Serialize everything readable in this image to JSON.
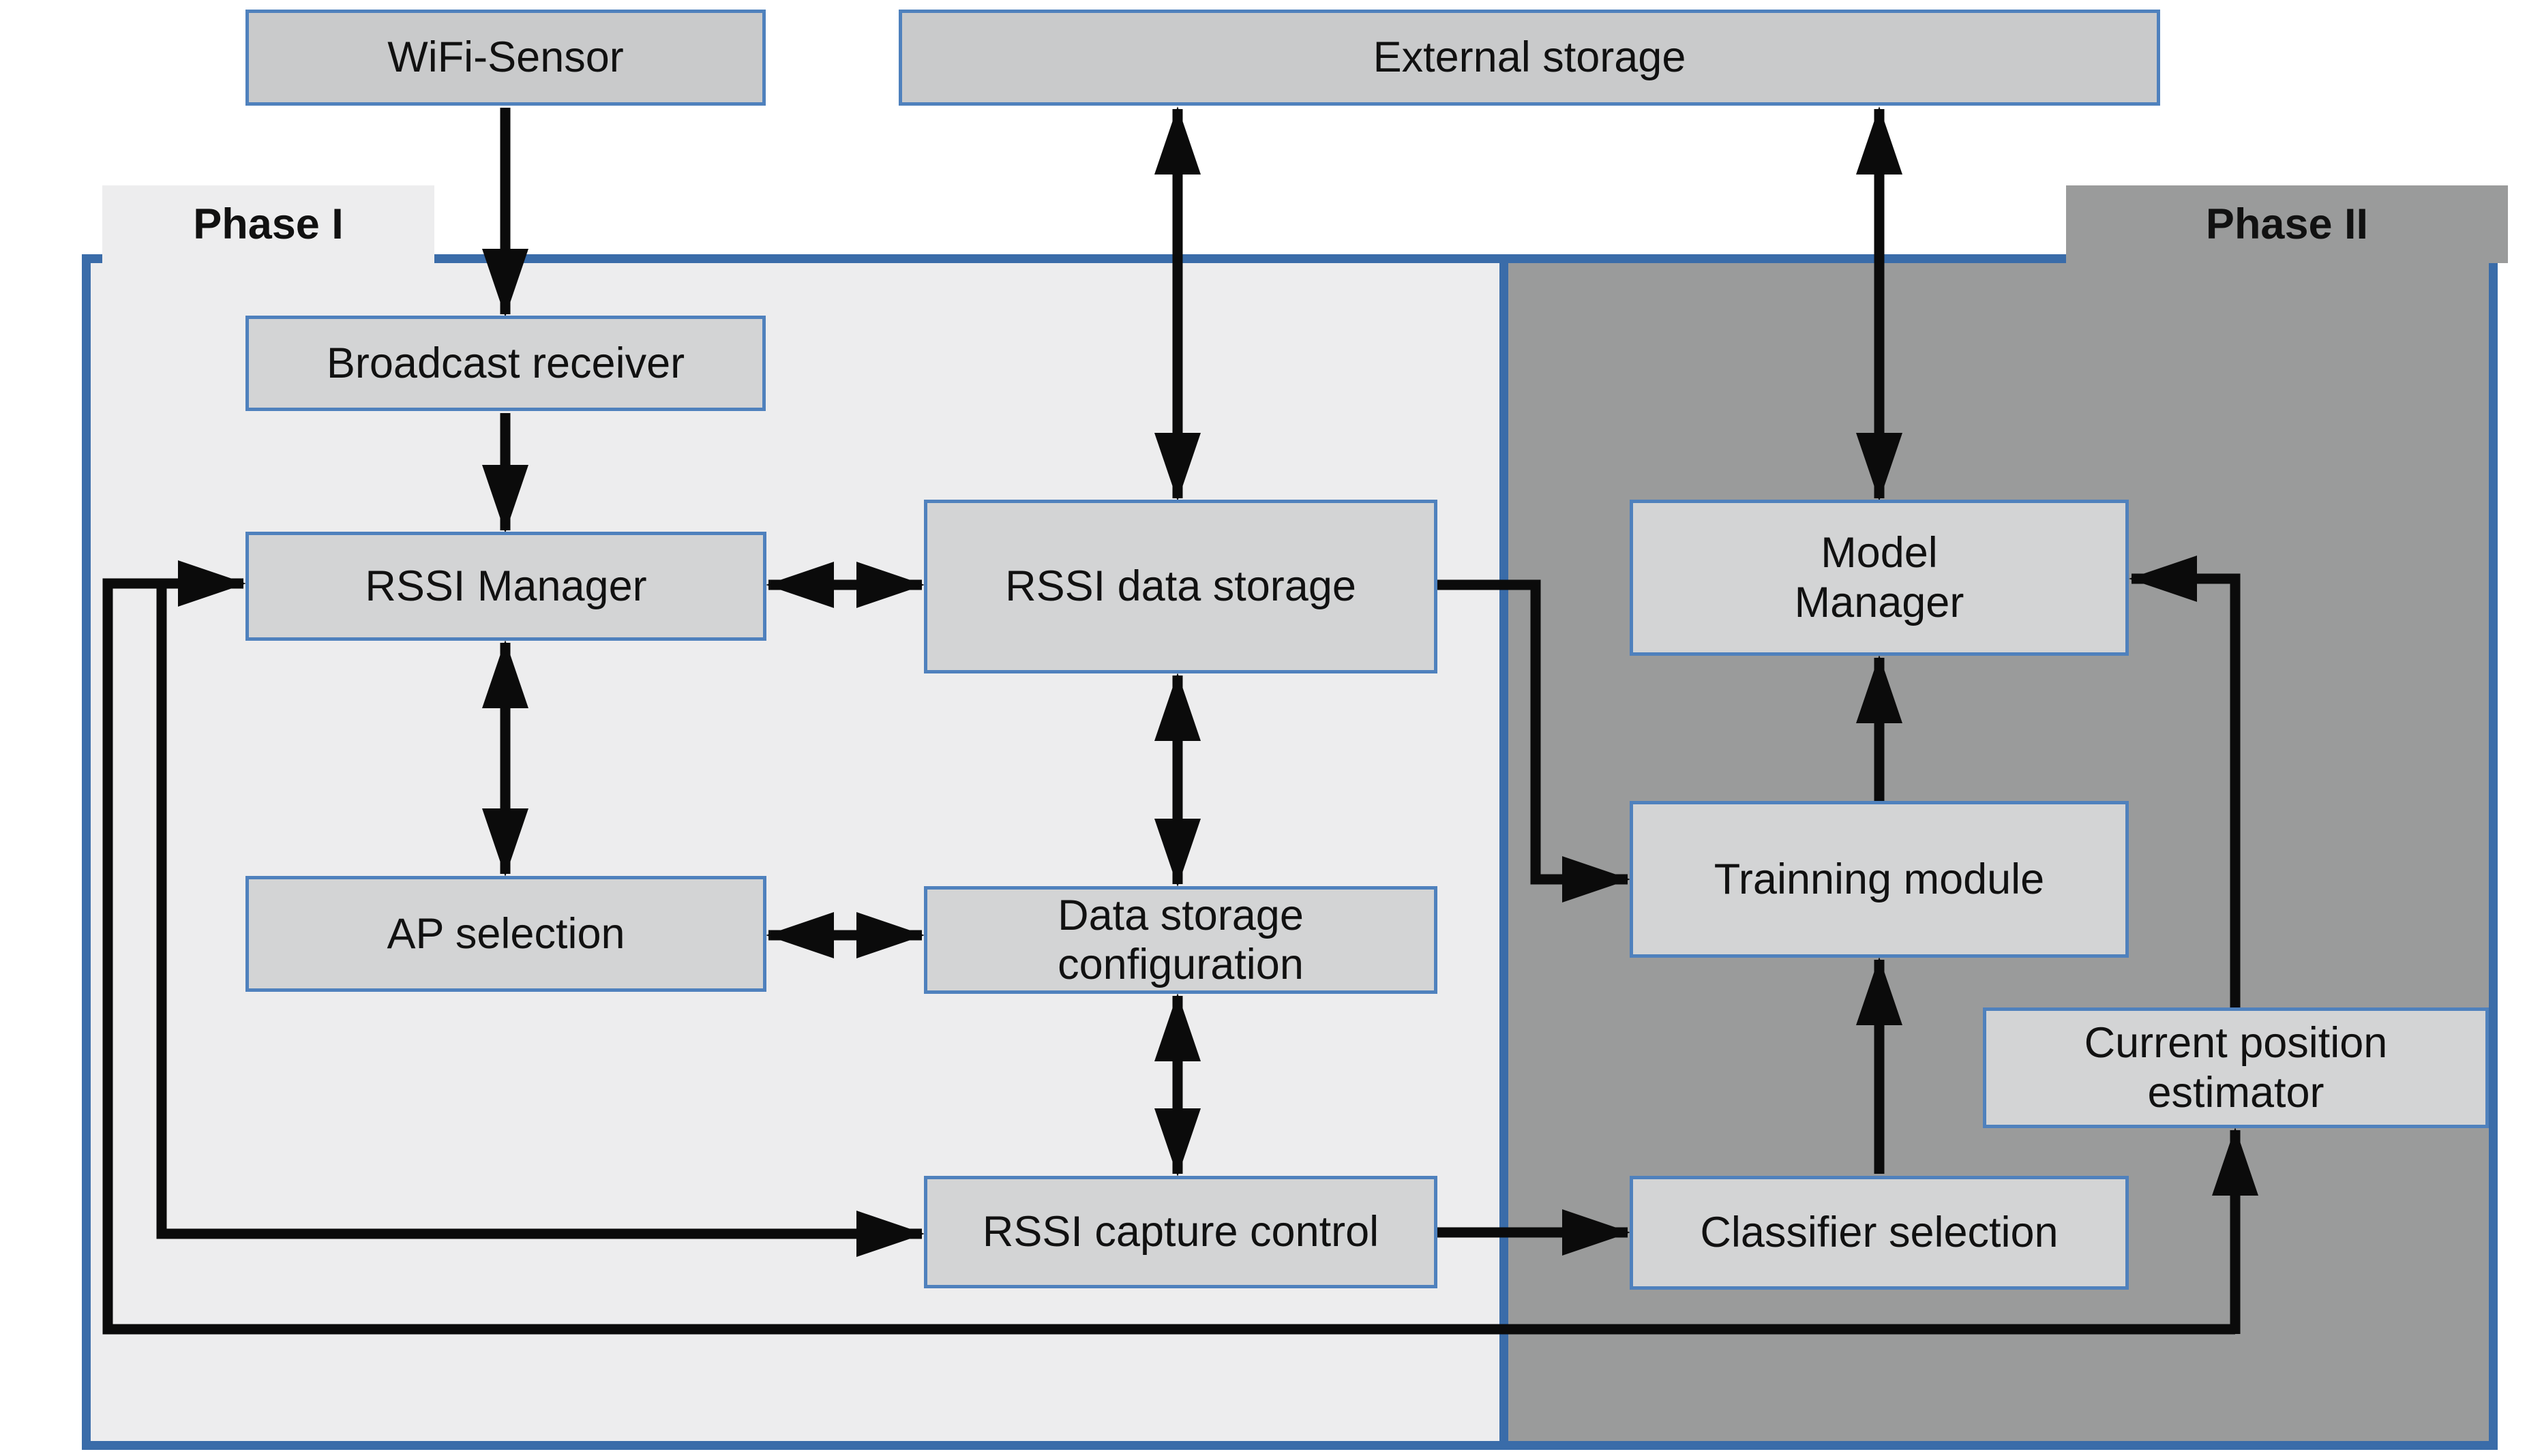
{
  "phases": {
    "phase1": {
      "label": "Phase I",
      "background": "#ededee"
    },
    "phase2": {
      "label": "Phase II",
      "background": "#9a9b9b"
    }
  },
  "nodes": {
    "wifi_sensor": {
      "label": "WiFi-Sensor"
    },
    "external_storage": {
      "label": "External storage"
    },
    "broadcast_receiver": {
      "label": "Broadcast receiver"
    },
    "rssi_manager": {
      "label": "RSSI Manager"
    },
    "rssi_data_storage": {
      "label": "RSSI data storage"
    },
    "ap_selection": {
      "label": "AP selection"
    },
    "data_storage_configuration": {
      "label": "Data storage\nconfiguration"
    },
    "rssi_capture_control": {
      "label": "RSSI capture control"
    },
    "model_manager": {
      "label": "Model\nManager"
    },
    "trainning_module": {
      "label": "Trainning module"
    },
    "classifier_selection": {
      "label": "Classifier selection"
    },
    "current_position_estimator": {
      "label": "Current position\nestimator"
    }
  },
  "edges": [
    {
      "from": "WiFi-Sensor",
      "to": "Broadcast receiver",
      "direction": "one-way"
    },
    {
      "from": "External storage",
      "to": "RSSI data storage",
      "direction": "two-way"
    },
    {
      "from": "External storage",
      "to": "Model Manager",
      "direction": "two-way"
    },
    {
      "from": "Broadcast receiver",
      "to": "RSSI Manager",
      "direction": "one-way"
    },
    {
      "from": "RSSI Manager",
      "to": "RSSI data storage",
      "direction": "two-way"
    },
    {
      "from": "RSSI Manager",
      "to": "AP selection",
      "direction": "two-way"
    },
    {
      "from": "RSSI data storage",
      "to": "Data storage configuration",
      "direction": "two-way"
    },
    {
      "from": "AP selection",
      "to": "Data storage configuration",
      "direction": "two-way"
    },
    {
      "from": "Data storage configuration",
      "to": "RSSI capture control",
      "direction": "two-way"
    },
    {
      "from": "RSSI data storage",
      "to": "Trainning module",
      "direction": "one-way"
    },
    {
      "from": "Trainning module",
      "to": "Model Manager",
      "direction": "one-way"
    },
    {
      "from": "Classifier selection",
      "to": "Trainning module",
      "direction": "one-way"
    },
    {
      "from": "RSSI capture control",
      "to": "Classifier selection",
      "direction": "one-way"
    },
    {
      "from": "RSSI Manager",
      "to": "RSSI capture control",
      "direction": "two-way",
      "route": "left side loop"
    },
    {
      "from": "Current position estimator",
      "to": "RSSI Manager",
      "direction": "two-way",
      "route": "bottom-left loop"
    },
    {
      "from": "Current position estimator",
      "to": "Model Manager",
      "direction": "one-way",
      "route": "right side riser"
    }
  ],
  "colors": {
    "canvas_background": "#ffffff",
    "frame_border": "#3a6ca9",
    "phase_divider": "#3a6ca9",
    "box_border": "#4f81bd",
    "box_fill_outer": "#c9cacb",
    "box_fill_inner": "#d3d4d5",
    "phase1_background": "#ededee",
    "phase2_background": "#9a9b9b",
    "arrow": "#0b0b0b",
    "text": "#111111"
  }
}
